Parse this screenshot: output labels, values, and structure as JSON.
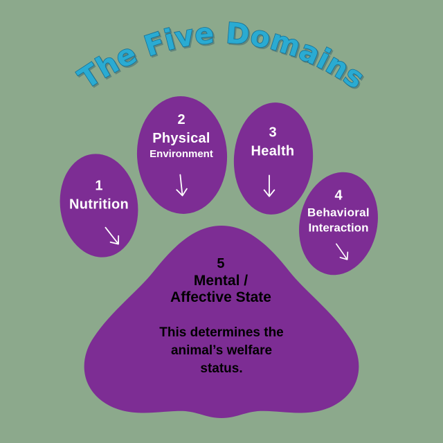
{
  "title": "The Five Domains",
  "colors": {
    "background": "#8CA98C",
    "pad_purple": "#7D2D94",
    "title_teal": "#2AABD2",
    "toe_text": "#FFFFFF",
    "main_text": "#000000",
    "arrow": "#FFFFFF"
  },
  "icons": {
    "toe_1_arrow": "arrow-down-right",
    "toe_2_arrow": "arrow-down",
    "toe_3_arrow": "arrow-down",
    "toe_4_arrow": "arrow-down-right"
  },
  "toes": [
    {
      "number": "1",
      "label": "Nutrition"
    },
    {
      "number": "2",
      "label": "Physical",
      "sublabel": "Environment"
    },
    {
      "number": "3",
      "label": "Health"
    },
    {
      "number": "4",
      "label": "Behavioral",
      "sublabel": "Interaction"
    }
  ],
  "main_pad": {
    "number": "5",
    "title_line1": "Mental /",
    "title_line2": "Affective State",
    "note_lines": [
      "This determines the",
      "animal’s welfare",
      "status."
    ]
  }
}
